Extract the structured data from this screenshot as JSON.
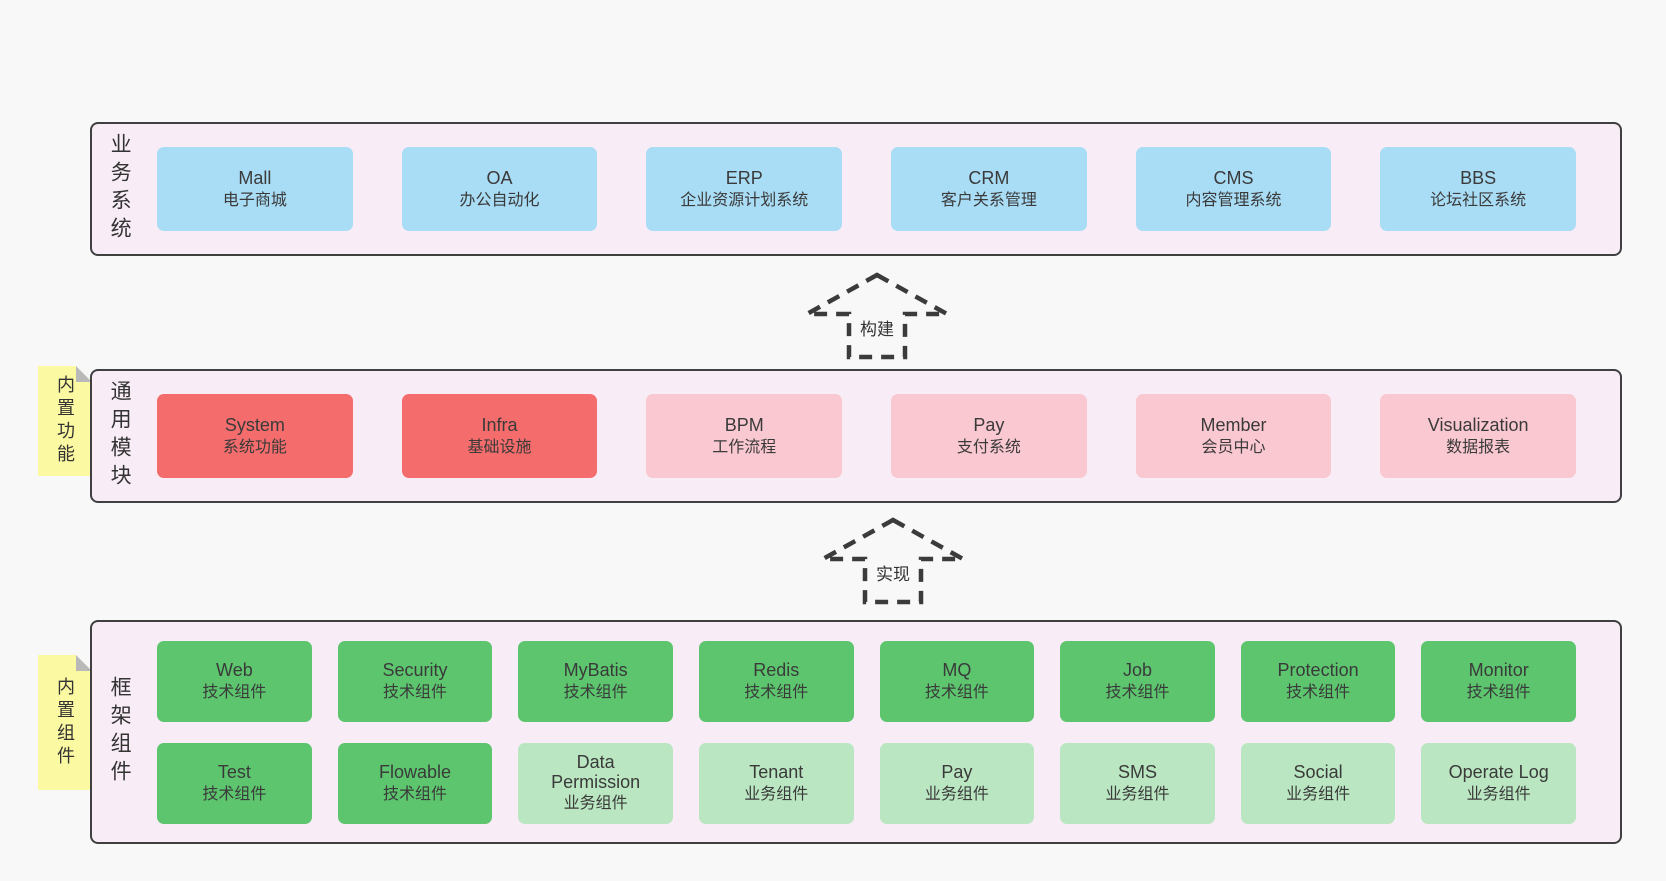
{
  "canvas": {
    "background": "#f8f8f8"
  },
  "colors": {
    "band_background": "#f8edf6",
    "band_border": "#404040",
    "blue_box": "#a9dcf5",
    "red_box": "#f56c6c",
    "pink_box": "#fac8d1",
    "green_box": "#5cc56e",
    "light_green_box": "#bae6c1",
    "note_yellow": "#fbf9a1",
    "note_fold_gray": "#b9b9b9",
    "text": "#3b3b3b"
  },
  "bands": [
    {
      "label": "业务系统",
      "boxes": [
        {
          "title": "Mall",
          "subtitle": "电子商城"
        },
        {
          "title": "OA",
          "subtitle": "办公自动化"
        },
        {
          "title": "ERP",
          "subtitle": "企业资源计划系统"
        },
        {
          "title": "CRM",
          "subtitle": "客户关系管理"
        },
        {
          "title": "CMS",
          "subtitle": "内容管理系统"
        },
        {
          "title": "BBS",
          "subtitle": "论坛社区系统"
        }
      ]
    },
    {
      "label": "通用模块",
      "note": "内置功能",
      "boxes": [
        {
          "title": "System",
          "subtitle": "系统功能"
        },
        {
          "title": "Infra",
          "subtitle": "基础设施"
        },
        {
          "title": "BPM",
          "subtitle": "工作流程"
        },
        {
          "title": "Pay",
          "subtitle": "支付系统"
        },
        {
          "title": "Member",
          "subtitle": "会员中心"
        },
        {
          "title": "Visualization",
          "subtitle": "数据报表"
        }
      ]
    },
    {
      "label": "框架组件",
      "note": "内置组件",
      "row1": [
        {
          "title": "Web",
          "subtitle": "技术组件"
        },
        {
          "title": "Security",
          "subtitle": "技术组件"
        },
        {
          "title": "MyBatis",
          "subtitle": "技术组件"
        },
        {
          "title": "Redis",
          "subtitle": "技术组件"
        },
        {
          "title": "MQ",
          "subtitle": "技术组件"
        },
        {
          "title": "Job",
          "subtitle": "技术组件"
        },
        {
          "title": "Protection",
          "subtitle": "技术组件"
        },
        {
          "title": "Monitor",
          "subtitle": "技术组件"
        }
      ],
      "row2": [
        {
          "title": "Test",
          "subtitle": "技术组件"
        },
        {
          "title": "Flowable",
          "subtitle": "技术组件"
        },
        {
          "title": "Data Permission",
          "subtitle": "业务组件"
        },
        {
          "title": "Tenant",
          "subtitle": "业务组件"
        },
        {
          "title": "Pay",
          "subtitle": "业务组件"
        },
        {
          "title": "SMS",
          "subtitle": "业务组件"
        },
        {
          "title": "Social",
          "subtitle": "业务组件"
        },
        {
          "title": "Operate Log",
          "subtitle": "业务组件"
        }
      ]
    }
  ],
  "arrows": [
    {
      "label": "构建"
    },
    {
      "label": "实现"
    }
  ]
}
